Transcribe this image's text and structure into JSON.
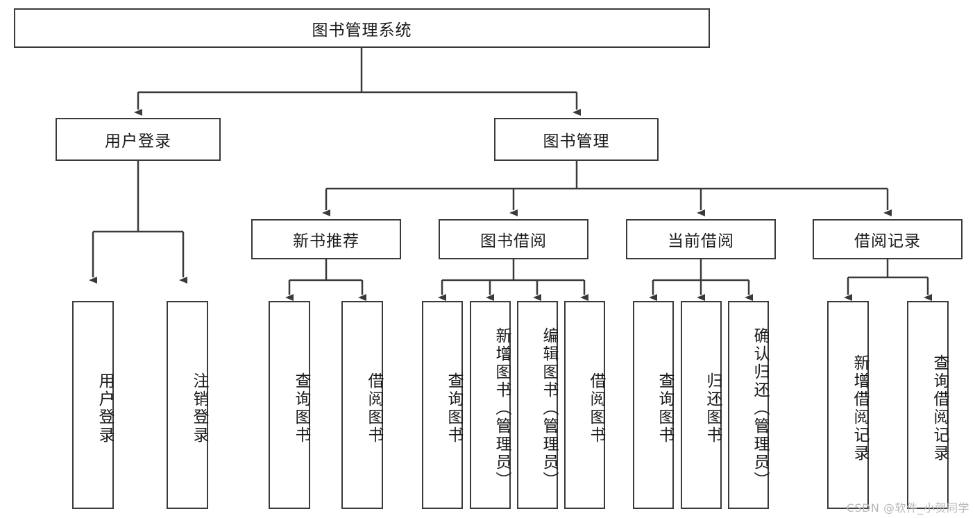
{
  "diagram": {
    "type": "tree",
    "title": "图书管理系统",
    "watermark": "CSDN @软件_小贺同学",
    "colors": {
      "box_border": "#3a3a3a",
      "box_fill": "#ffffff",
      "line": "#3a3a3a",
      "text": "#1a1a1a",
      "watermark": "#b8b8b8",
      "background": "#ffffff"
    },
    "levels": {
      "root": {
        "label": "图书管理系统"
      },
      "level2": [
        {
          "label": "用户登录"
        },
        {
          "label": "图书管理"
        }
      ],
      "level3": [
        {
          "label": "新书推荐"
        },
        {
          "label": "图书借阅"
        },
        {
          "label": "当前借阅"
        },
        {
          "label": "借阅记录"
        }
      ],
      "leaves_user_login": [
        {
          "label": "用户登录"
        },
        {
          "label": "注销登录"
        }
      ],
      "leaves_new_book": [
        {
          "label": "查询图书"
        },
        {
          "label": "借阅图书"
        }
      ],
      "leaves_borrow": [
        {
          "label": "查询图书"
        },
        {
          "label": "新增图书（管理员）"
        },
        {
          "label": "编辑图书（管理员）"
        },
        {
          "label": "借阅图书"
        }
      ],
      "leaves_current": [
        {
          "label": "查询图书"
        },
        {
          "label": "归还图书"
        },
        {
          "label": "确认归还（管理员）"
        }
      ],
      "leaves_records": [
        {
          "label": "新增借阅记录"
        },
        {
          "label": "查询借阅记录"
        }
      ]
    }
  }
}
